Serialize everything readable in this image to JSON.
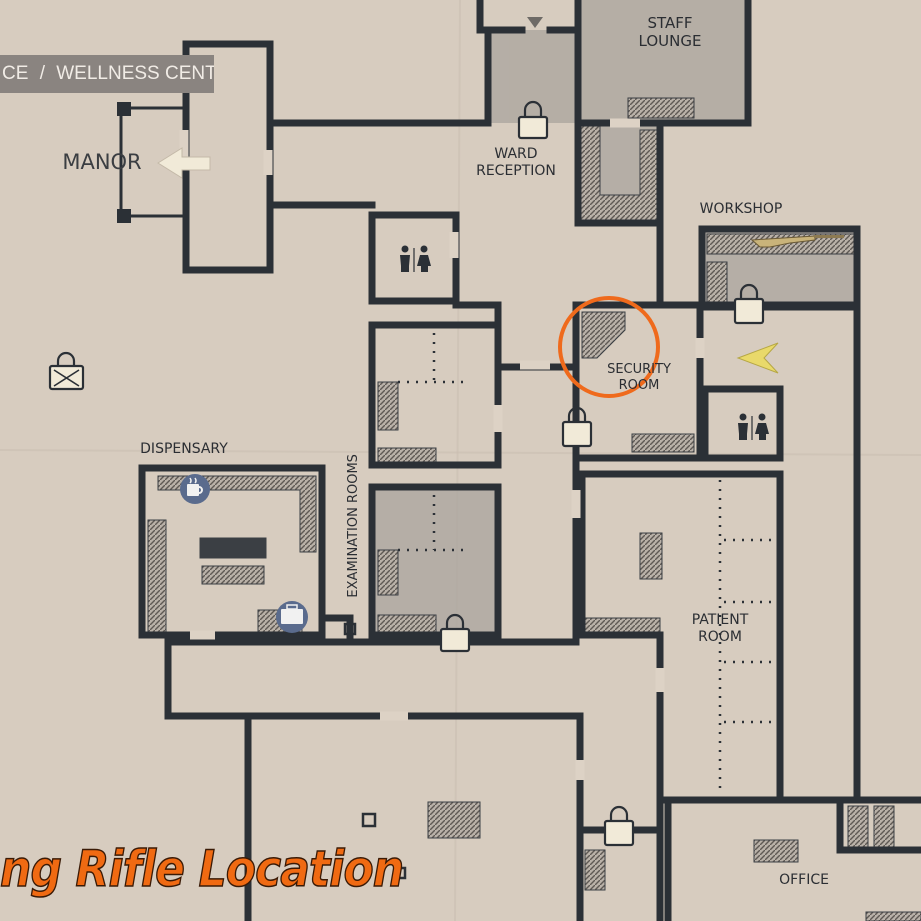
{
  "breadcrumb": {
    "left": "CE",
    "separator": "/",
    "right": "WELLNESS CENTER"
  },
  "rooms": {
    "staff_lounge": [
      "STAFF",
      "LOUNGE"
    ],
    "manor": "MANOR",
    "ward_reception": [
      "WARD",
      "RECEPTION"
    ],
    "workshop": "WORKSHOP",
    "security_room": [
      "SECURITY",
      "ROOM"
    ],
    "dispensary": "DISPENSARY",
    "examination_rooms": "EXAMINATION ROOMS",
    "patient_room": [
      "PATIENT",
      "ROOM"
    ],
    "office": "OFFICE"
  },
  "caption": "ng Rifle Location",
  "colors": {
    "paper": "#ddd2c5",
    "wall": "#2b3036",
    "highlight": "#ef6a1c",
    "marker": "#e9d96a",
    "lock": "#f1ead8"
  },
  "icons": [
    "restroom-icon",
    "lock-icon",
    "coffee-icon",
    "first-aid-box-icon",
    "arrow-left-icon",
    "player-marker-icon",
    "rifle-icon"
  ]
}
